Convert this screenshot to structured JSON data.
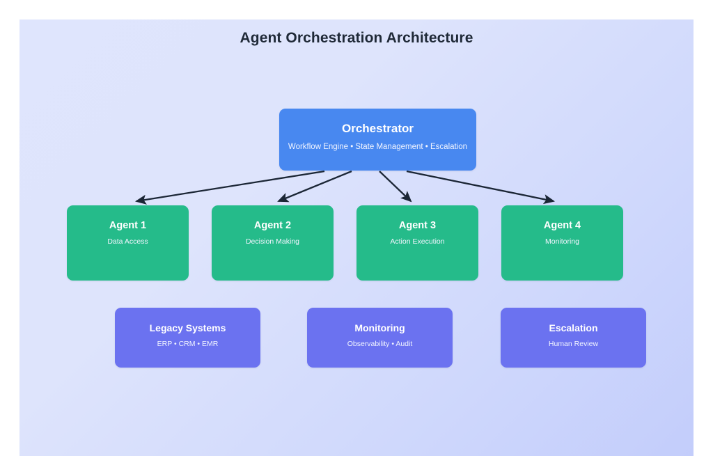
{
  "diagram": {
    "title": "Agent Orchestration Architecture",
    "type": "flowchart",
    "background_gradient_from": "#dfe5fd",
    "background_gradient_to": "#c3cdfb",
    "title_color": "#1f2937",
    "connector_color": "#1b2635"
  },
  "orchestrator": {
    "title": "Orchestrator",
    "subtitle": "Workflow Engine • State Management • Escalation",
    "color": "#4888f0"
  },
  "agents": {
    "color": "#25bb8a",
    "items": [
      {
        "title": "Agent 1",
        "subtitle": "Data Access"
      },
      {
        "title": "Agent 2",
        "subtitle": "Decision Making"
      },
      {
        "title": "Agent 3",
        "subtitle": "Action Execution"
      },
      {
        "title": "Agent 4",
        "subtitle": "Monitoring"
      }
    ]
  },
  "support": {
    "color": "#6b72f0",
    "items": [
      {
        "title": "Legacy Systems",
        "subtitle": "ERP • CRM • EMR"
      },
      {
        "title": "Monitoring",
        "subtitle": "Observability • Audit"
      },
      {
        "title": "Escalation",
        "subtitle": "Human Review"
      }
    ]
  },
  "connections": [
    {
      "from": "Orchestrator",
      "to": "Agent 1"
    },
    {
      "from": "Orchestrator",
      "to": "Agent 2"
    },
    {
      "from": "Orchestrator",
      "to": "Agent 3"
    },
    {
      "from": "Orchestrator",
      "to": "Agent 4"
    }
  ]
}
